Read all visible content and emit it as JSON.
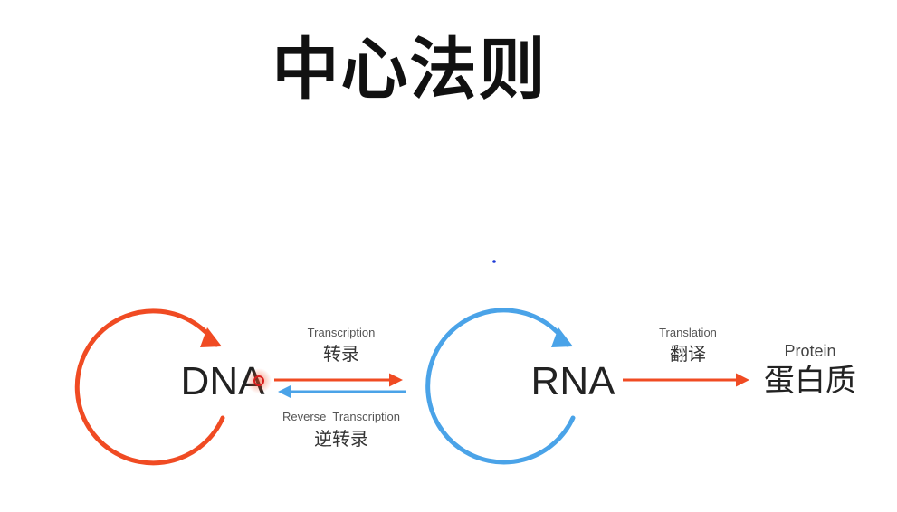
{
  "title": "中心法则",
  "colors": {
    "dna": "#f04b23",
    "rna": "#4aa3e8",
    "text": "#222222",
    "label": "#555555"
  },
  "nodes": {
    "dna": "DNA",
    "rna": "RNA",
    "protein_en": "Protein",
    "protein_cn": "蛋白质"
  },
  "edges": {
    "transcription_en": "Transcription",
    "transcription_cn": "转录",
    "reverse_en": "Reverse  Transcription",
    "reverse_cn": "逆转录",
    "translation_en": "Translation",
    "translation_cn": "翻译"
  }
}
